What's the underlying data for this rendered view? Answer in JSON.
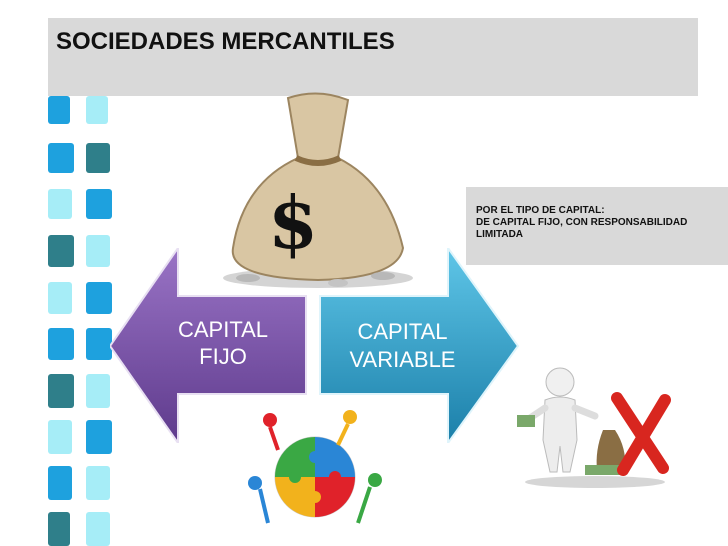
{
  "slide": {
    "title": "SOCIEDADES MERCANTILES",
    "callout_line1": "POR EL TIPO DE CAPITAL:",
    "callout_line2": "DE CAPITAL FIJO, CON RESPONSABILIDAD",
    "callout_line3": "LIMITADA",
    "arrow_left_line1": "CAPITAL",
    "arrow_left_line2": "FIJO",
    "arrow_right_line1": "CAPITAL",
    "arrow_right_line2": "VARIABLE"
  },
  "colors": {
    "title_bar": "#d9d9d9",
    "arrow_left": "#7b4fa6",
    "arrow_right": "#2a9fc9",
    "square_light": "#a6edf7",
    "square_blue": "#1ea1de",
    "square_teal": "#2f7f8a"
  },
  "icons": {
    "money_bag": "money-bag-illustration",
    "puzzle": "puzzle-team-illustration",
    "person": "person-with-red-x-illustration"
  }
}
